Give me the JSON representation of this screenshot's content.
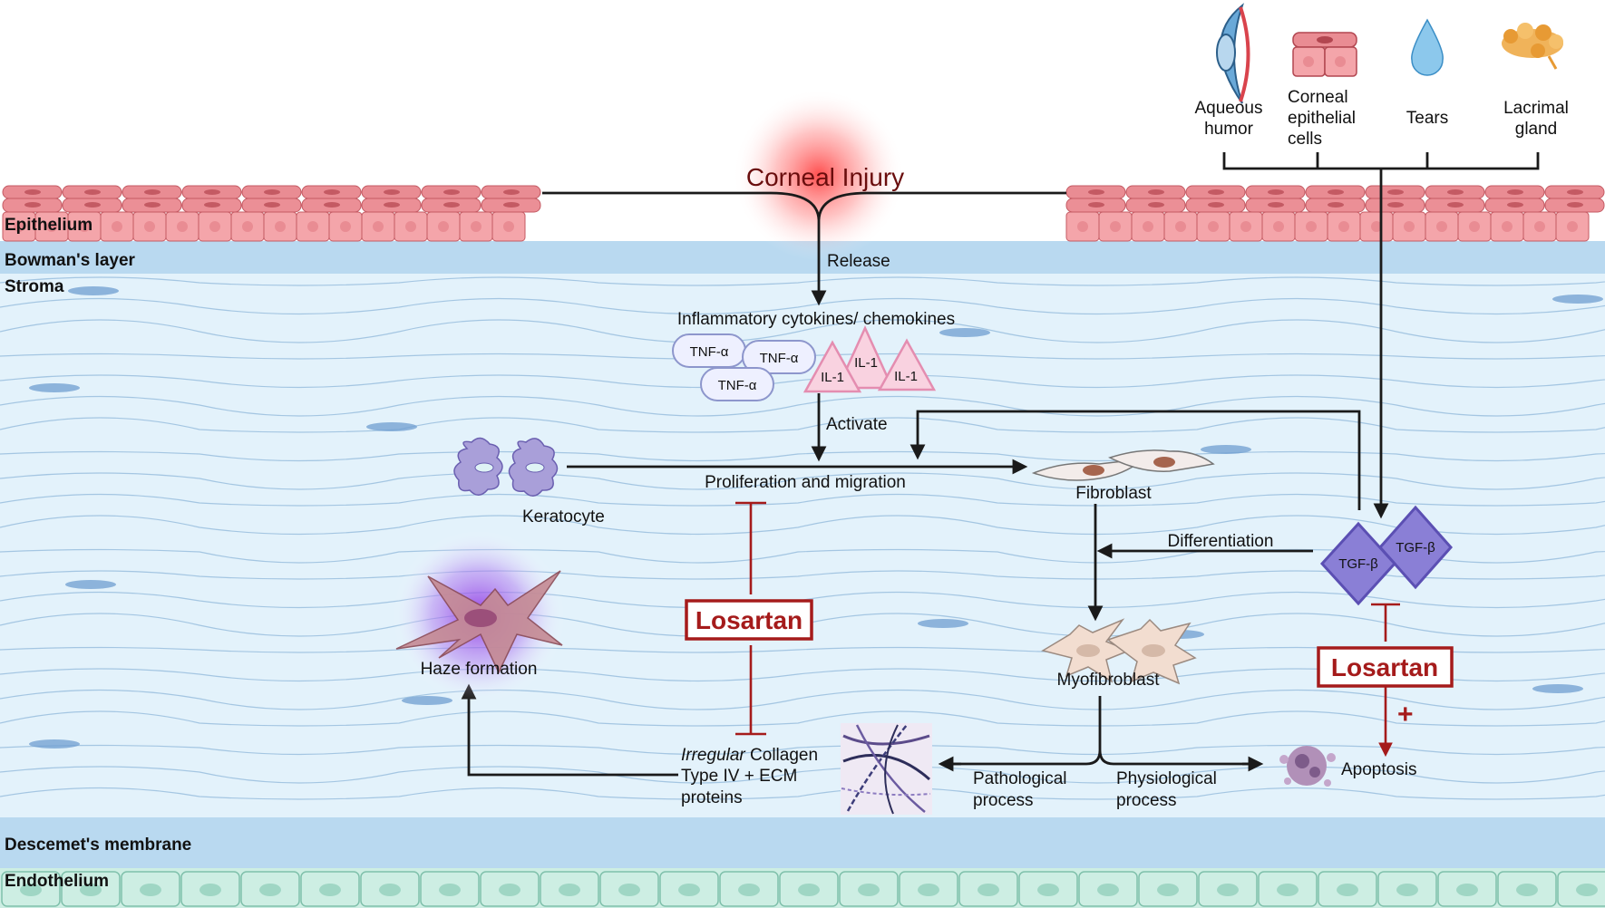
{
  "title": "Corneal Injury",
  "layers": {
    "epithelium": "Epithelium",
    "bowman": "Bowman's layer",
    "stroma": "Stroma",
    "descemet": "Descemet's membrane",
    "endothelium": "Endothelium"
  },
  "sources": {
    "aqueous": [
      "Aqueous",
      "humor"
    ],
    "corneal_epi": [
      "Corneal",
      "epithelial",
      "cells"
    ],
    "tears": "Tears",
    "lacrimal": [
      "Lacrimal",
      "gland"
    ]
  },
  "steps": {
    "release": "Release",
    "cytokines": "Inflammatory cytokines/ chemokines",
    "tnf": "TNF-α",
    "il1": "IL-1",
    "activate": "Activate",
    "prolif": "Proliferation and migration",
    "keratocyte": "Keratocyte",
    "fibroblast": "Fibroblast",
    "differentiation": "Differentiation",
    "tgf": "TGF-β",
    "myofibroblast": "Myofibroblast",
    "haze": "Haze formation",
    "losartan": "Losartan",
    "plus": "+",
    "apoptosis": "Apoptosis",
    "collagen_italic": "Irregular",
    "collagen_rest": " Collagen",
    "collagen_line2": "Type IV + ECM",
    "collagen_line3": "proteins",
    "patho": [
      "Pathological",
      "process"
    ],
    "physio": [
      "Physiological",
      "process"
    ]
  },
  "colors": {
    "epithelium": "#f4a5aa",
    "bowman": "#b9d9f0",
    "stroma": "#e3f2fb",
    "descemet": "#b9d9f0",
    "endothelium": "#cdeee3",
    "losartan": "#a51b1b",
    "tgf": "#8a7fd6",
    "keratocyte": "#a99fd9",
    "injury_glow": "#ff4a4a"
  }
}
